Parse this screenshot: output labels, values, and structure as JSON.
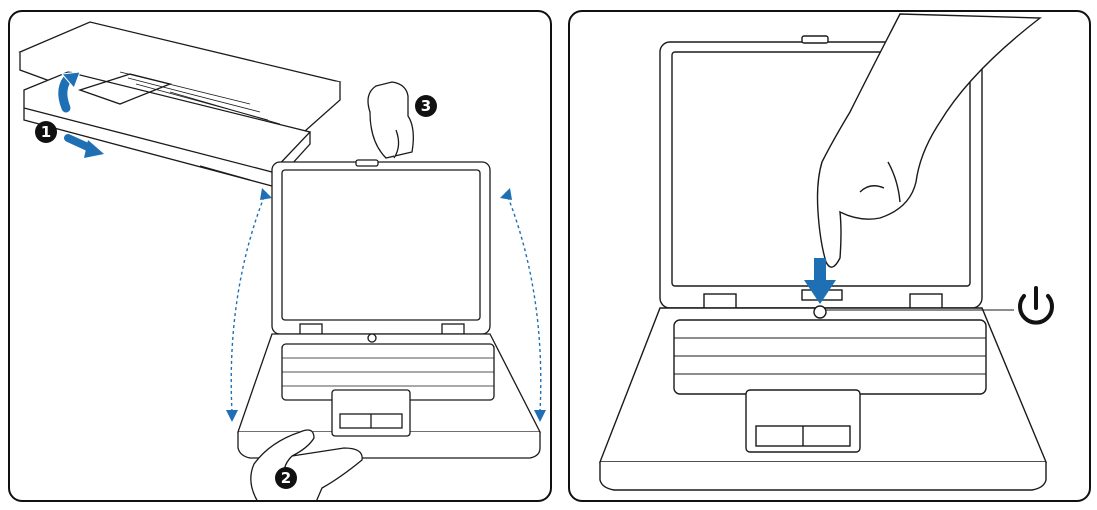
{
  "panels": [
    {
      "id": "open-lid",
      "steps": [
        {
          "number": "1"
        },
        {
          "number": "2"
        },
        {
          "number": "3"
        }
      ]
    },
    {
      "id": "press-power",
      "power_symbol": "power-icon"
    }
  ],
  "colors": {
    "arrow_blue": "#1f6fb5",
    "outline": "#1a1a1a",
    "badge": "#111111"
  }
}
